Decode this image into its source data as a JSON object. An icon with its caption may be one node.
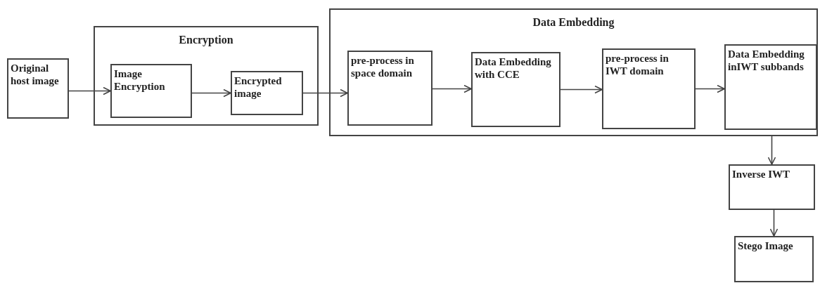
{
  "diagram": {
    "nodes": [
      {
        "text": [
          "Original host image"
        ]
      },
      {
        "text": [
          "Encryption"
        ]
      },
      {
        "text": [
          "Image Encryption"
        ],
        "in": 1
      },
      {
        "text": [
          "Encrypted image"
        ],
        "in": 1
      },
      {
        "text": [
          "Data Embedding"
        ]
      },
      {
        "text": [
          "pre-process in space domain"
        ],
        "in": 4
      },
      {
        "text": [
          "Data Embedding with CCE"
        ],
        "in": 4
      },
      {
        "text": [
          "pre-process in IWT domain"
        ],
        "in": 4
      },
      {
        "text": [
          "Data Embedding inIWT subbands"
        ],
        "in": 4
      },
      {
        "text": [
          "Inverse IWT"
        ]
      },
      {
        "text": [
          "Stego Image"
        ]
      }
    ],
    "edges": [
      {
        "from": 0,
        "to": 2,
        "arrow": "to"
      },
      {
        "from": 2,
        "to": 3,
        "arrow": "to"
      },
      {
        "from": 3,
        "to": 5,
        "arrow": "to"
      },
      {
        "from": 5,
        "to": 6,
        "arrow": "to"
      },
      {
        "from": 6,
        "to": 7,
        "arrow": "to"
      },
      {
        "from": 7,
        "to": 8,
        "arrow": "to"
      },
      {
        "from": 4,
        "to": 9,
        "arrow": "to"
      },
      {
        "from": 9,
        "to": 10,
        "arrow": "to"
      }
    ]
  }
}
